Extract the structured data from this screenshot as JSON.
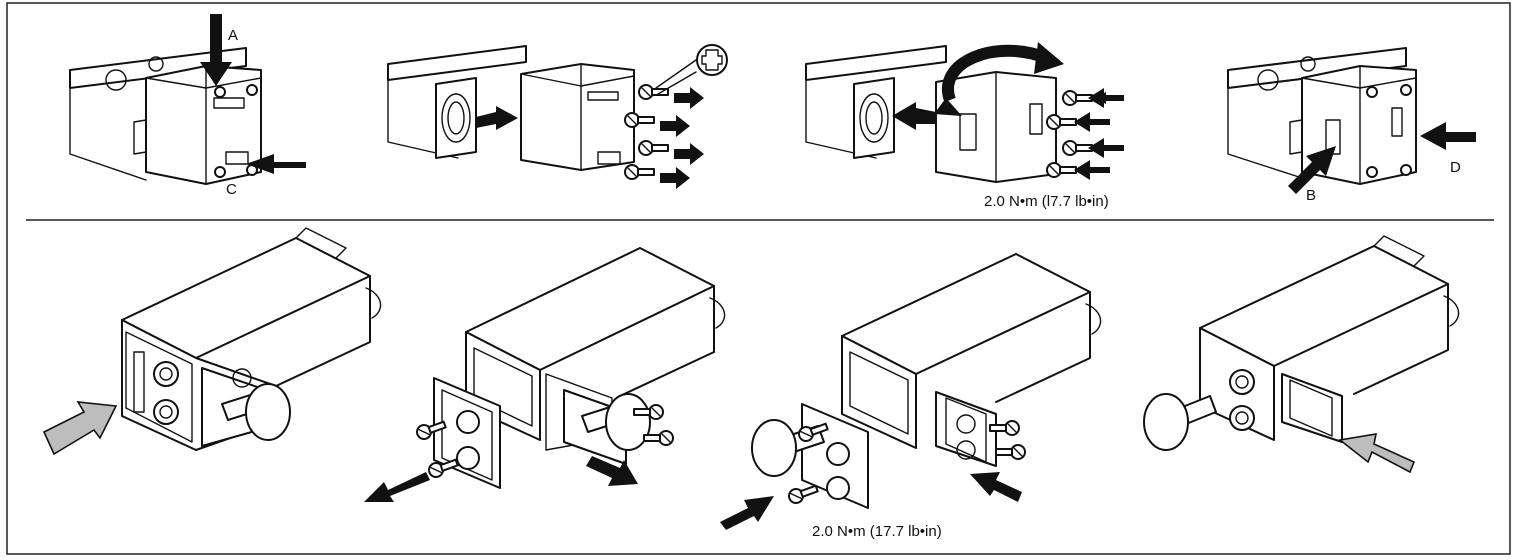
{
  "top_row": {
    "step1": {
      "label_a": "A",
      "label_c": "C"
    },
    "step2": {},
    "step3": {
      "torque": "2.0 N•m (l7.7 lb•in)"
    },
    "step4": {
      "label_b": "B",
      "label_d": "D"
    }
  },
  "bottom_row": {
    "step3": {
      "torque": "2.0 N•m (17.7 lb•in)"
    }
  },
  "colors": {
    "line": "#111111",
    "fill": "#ffffff",
    "gray_arrow": "#bdbdbd",
    "black_arrow": "#111111"
  },
  "icons": [
    "phillips-screwdriver-icon",
    "push-arrow-icon",
    "rotate-arrow-icon",
    "screw-icon"
  ]
}
